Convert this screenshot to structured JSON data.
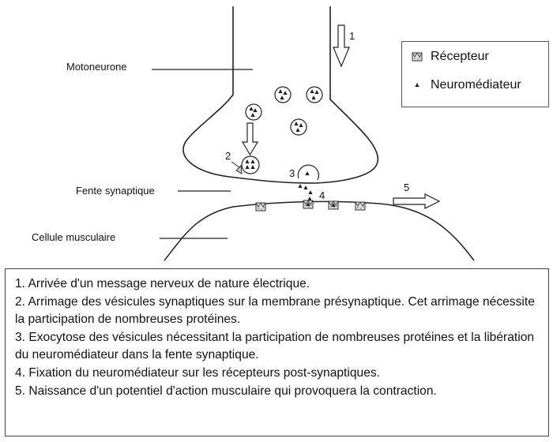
{
  "labels": {
    "motoneurone": "Motoneurone",
    "fente": "Fente synaptique",
    "cellule": "Cellule musculaire"
  },
  "legend": {
    "recepteur": "Récepteur",
    "neuromediateur": "Neuromédiateur"
  },
  "numbers": [
    "1",
    "2",
    "3",
    "4",
    "5"
  ],
  "steps": [
    "1. Arrivée d'un message nerveux de nature électrique.",
    "2. Arrimage des vésicules synaptiques sur la membrane présynaptique. Cet arrimage nécessite la participation de nombreuses protéines.",
    "3. Exocytose des vésicules nécessitant la participation de nombreuses protéines et la libération du neuromédiateur dans la fente synaptique.",
    "4. Fixation du neuromédiateur sur les récepteurs post-synaptiques.",
    "5. Naissance d'un potentiel d'action musculaire qui provoquera la contraction."
  ]
}
